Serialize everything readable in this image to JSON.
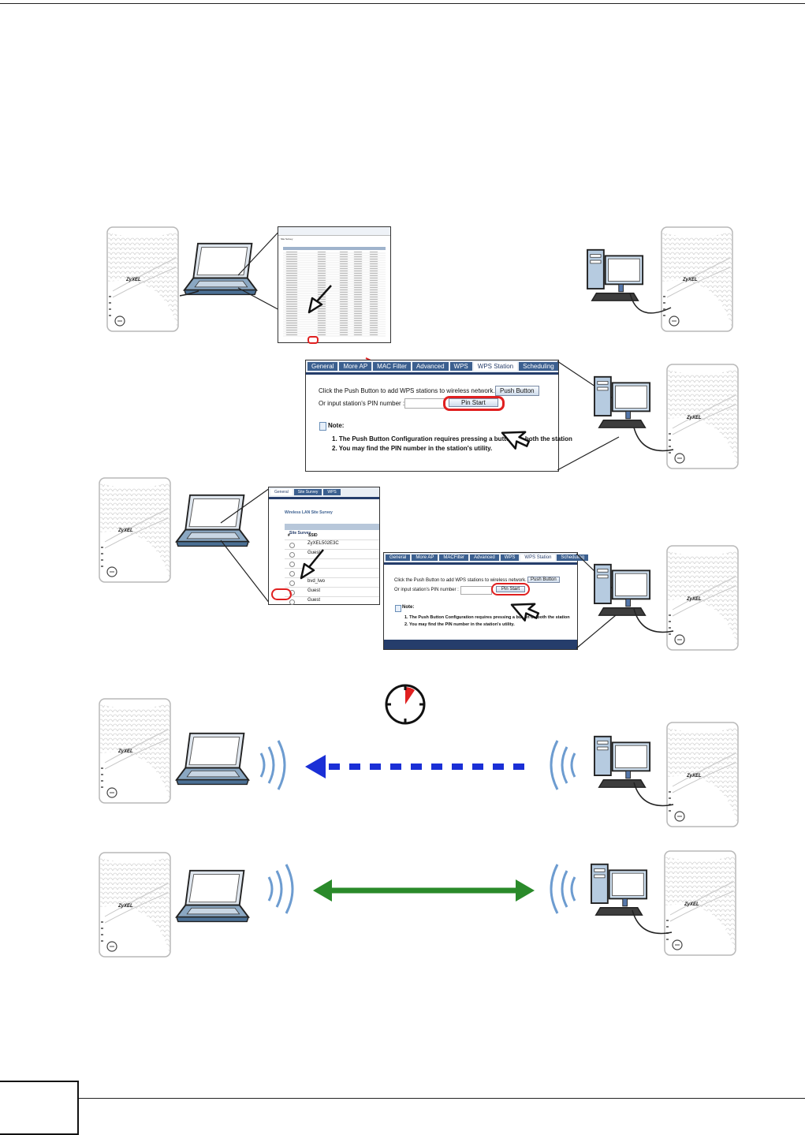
{
  "device": {
    "brand": "ZyXEL"
  },
  "laptop_screen": {
    "table_title": "Site Survey"
  },
  "ap_screen_large": {
    "tabs": [
      "General",
      "More AP",
      "MAC Filter",
      "Advanced",
      "WPS",
      "WPS Station",
      "Scheduling"
    ],
    "active_tab": "WPS Station",
    "push_text": "Click the Push Button to add WPS stations to wireless network.",
    "push_button": "Push Button",
    "pin_text": "Or input station's PIN number :",
    "pin_button": "Pin Start",
    "note_title": "Note:",
    "note_1": "1. The Push Button Configuration requires pressing a button on both the station",
    "note_2": "2. You may find the PIN number in the station's utility."
  },
  "laptop_screen_2": {
    "tabs": [
      "General",
      "Site Survey",
      "WPS"
    ],
    "title": "Wireless LAN Site Survey",
    "section": "Site Survey",
    "col_num": "#",
    "col_ssid": "SSID",
    "rows": [
      "ZyXEL502E3C",
      "Guest",
      "",
      "",
      "bvd_lwo",
      "Guest",
      "Guest"
    ]
  },
  "ap_screen_small": {
    "tabs": [
      "General",
      "More AP",
      "MACFilter",
      "Advanced",
      "WPS",
      "WPS Station",
      "Scheduling"
    ],
    "active_tab": "WPS Station",
    "push_text": "Click the Push Button to add WPS stations to wireless network.",
    "push_button": "Push Button",
    "pin_text": "Or input station's PIN number :",
    "pin_button": "Pin Start",
    "note_title": "Note:",
    "note_1": "1. The Push Button Configuration requires pressing a button on both the station",
    "note_2": "2. You may find the PIN number in the station's utility."
  },
  "colors": {
    "accent_red": "#e02020",
    "blue_arrow": "#1a2fd6",
    "green_arrow": "#2a8a2a",
    "tab_blue": "#3b5f8f"
  }
}
